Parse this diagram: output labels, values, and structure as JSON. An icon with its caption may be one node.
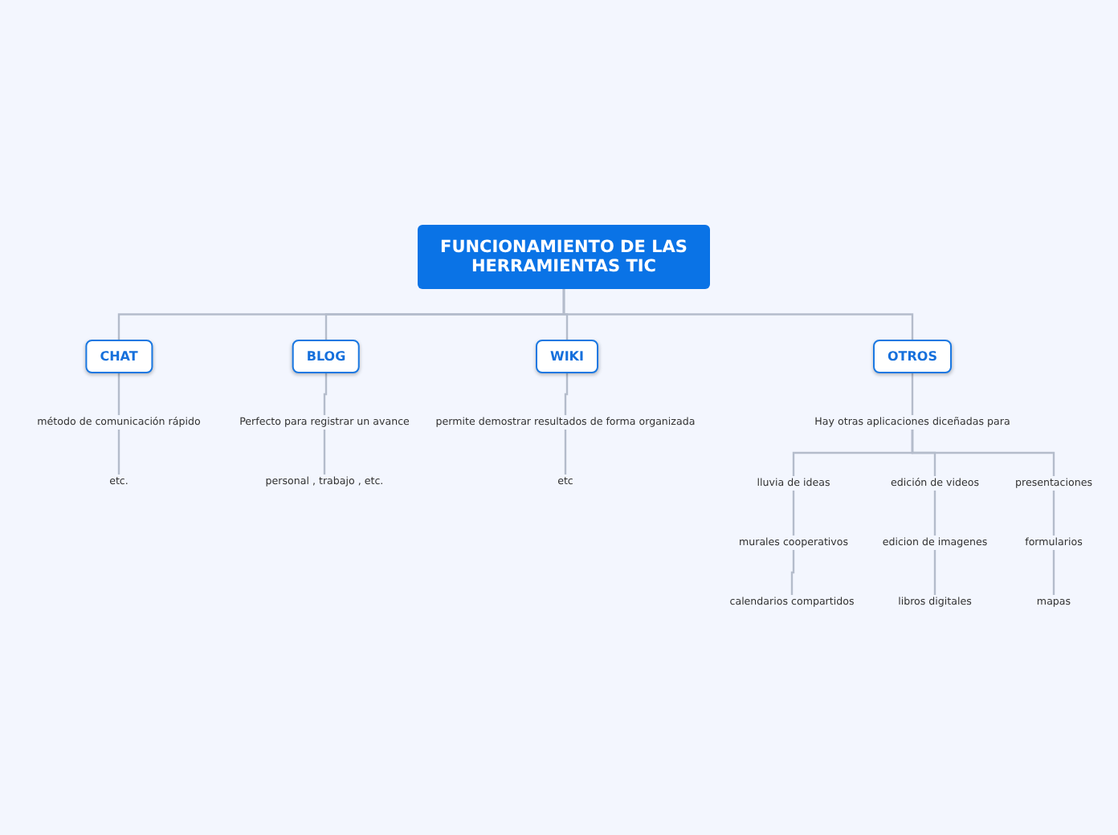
{
  "diagram": {
    "nodes": [
      {
        "text": [
          "FUNCIONAMIENTO DE LAS HERRAMIENTAS TIC"
        ]
      },
      {
        "text": [
          "CHAT"
        ]
      },
      {
        "text": [
          "BLOG"
        ]
      },
      {
        "text": [
          "WIKI"
        ]
      },
      {
        "text": [
          "OTROS"
        ]
      },
      {
        "text": [
          "método de comunicación rápido"
        ]
      },
      {
        "text": [
          "etc."
        ]
      },
      {
        "text": [
          "Perfecto para registrar un avance"
        ]
      },
      {
        "text": [
          "personal , trabajo , etc."
        ]
      },
      {
        "text": [
          "permite demostrar resultados de forma organizada"
        ]
      },
      {
        "text": [
          "etc"
        ]
      },
      {
        "text": [
          "Hay otras aplicaciones diceñadas para"
        ]
      },
      {
        "text": [
          "lluvia de ideas"
        ]
      },
      {
        "text": [
          "murales cooperativos"
        ]
      },
      {
        "text": [
          "calendarios compartidos"
        ]
      },
      {
        "text": [
          "edición de videos"
        ]
      },
      {
        "text": [
          "edicion de imagenes"
        ]
      },
      {
        "text": [
          "libros digitales"
        ]
      },
      {
        "text": [
          "presentaciones"
        ]
      },
      {
        "text": [
          "formularios"
        ]
      },
      {
        "text": [
          "mapas"
        ]
      }
    ],
    "edges": [
      {
        "from": 0,
        "to": 1,
        "arrow": "none"
      },
      {
        "from": 0,
        "to": 2,
        "arrow": "none"
      },
      {
        "from": 0,
        "to": 3,
        "arrow": "none"
      },
      {
        "from": 0,
        "to": 4,
        "arrow": "none"
      },
      {
        "from": 1,
        "to": 5,
        "arrow": "none"
      },
      {
        "from": 5,
        "to": 6,
        "arrow": "none"
      },
      {
        "from": 2,
        "to": 7,
        "arrow": "none"
      },
      {
        "from": 7,
        "to": 8,
        "arrow": "none"
      },
      {
        "from": 3,
        "to": 9,
        "arrow": "none"
      },
      {
        "from": 9,
        "to": 10,
        "arrow": "none"
      },
      {
        "from": 4,
        "to": 11,
        "arrow": "none"
      },
      {
        "from": 11,
        "to": 12,
        "arrow": "none"
      },
      {
        "from": 11,
        "to": 15,
        "arrow": "none"
      },
      {
        "from": 11,
        "to": 18,
        "arrow": "none"
      },
      {
        "from": 12,
        "to": 13,
        "arrow": "none"
      },
      {
        "from": 13,
        "to": 14,
        "arrow": "none"
      },
      {
        "from": 15,
        "to": 16,
        "arrow": "none"
      },
      {
        "from": 16,
        "to": 17,
        "arrow": "none"
      },
      {
        "from": 18,
        "to": 19,
        "arrow": "none"
      },
      {
        "from": 19,
        "to": 20,
        "arrow": "none"
      }
    ]
  }
}
